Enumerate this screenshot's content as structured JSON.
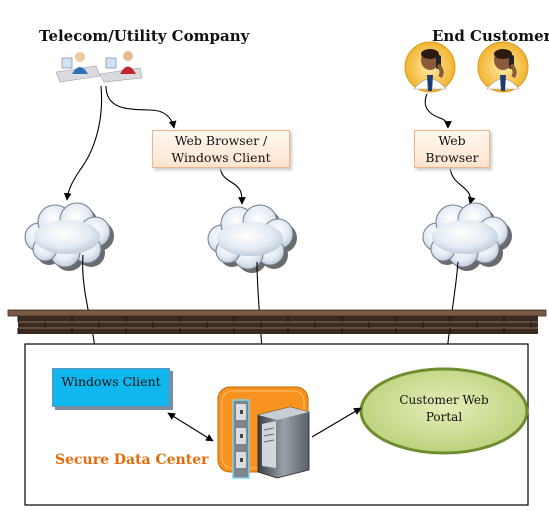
{
  "diagram": {
    "company_title": "Telecom/Utility Company",
    "customers_title": "End Customers",
    "web_client_node": {
      "line1": "Web Browser /",
      "line2": "Windows Client"
    },
    "web_browser_node": {
      "line1": "Web",
      "line2": "Browser"
    },
    "windows_client_label": "Windows Client",
    "portal": {
      "line1": "Customer Web",
      "line2": "Portal"
    },
    "data_center_label": "Secure Data Center",
    "colors": {
      "node_fill": "#fde4cf",
      "node_border": "#f0b48a",
      "windows_client_fill": "#0fb7ee",
      "portal_fill": "#c5d88a",
      "portal_border": "#6f8d2e",
      "server_panel": "#f7931e",
      "data_center_text": "#e36c0a",
      "wall": "#5a3d2b"
    },
    "icons": [
      "office-workers-icon",
      "customer-on-phone-icon",
      "cloud-icon",
      "firewall-icon",
      "server-icon",
      "server-rack-icon"
    ]
  }
}
